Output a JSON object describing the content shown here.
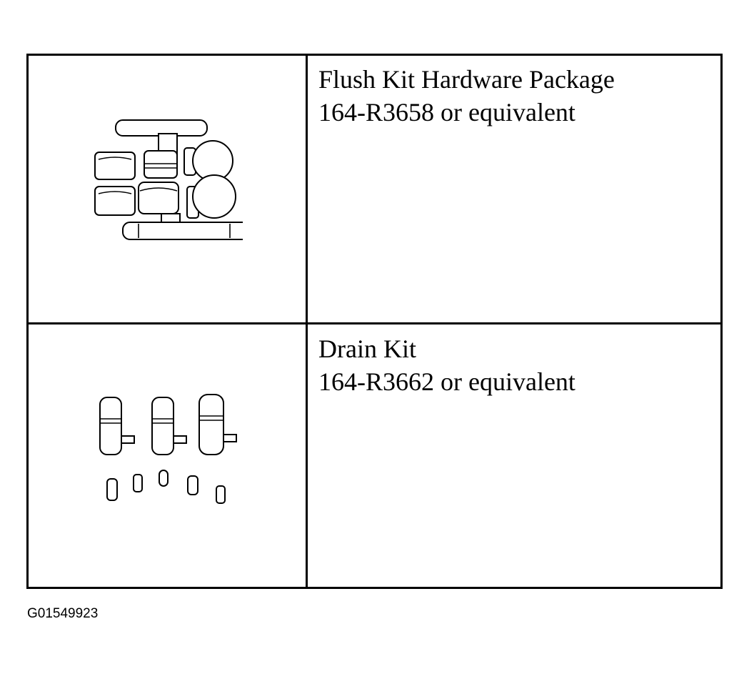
{
  "rows": [
    {
      "title": "Flush Kit Hardware Package",
      "part": "164-R3658 or equivalent",
      "illustration_icon": "flush-kit-hardware-icon"
    },
    {
      "title": "Drain Kit",
      "part": "164-R3662 or equivalent",
      "illustration_icon": "drain-kit-icon"
    }
  ],
  "figure_id": "G01549923"
}
